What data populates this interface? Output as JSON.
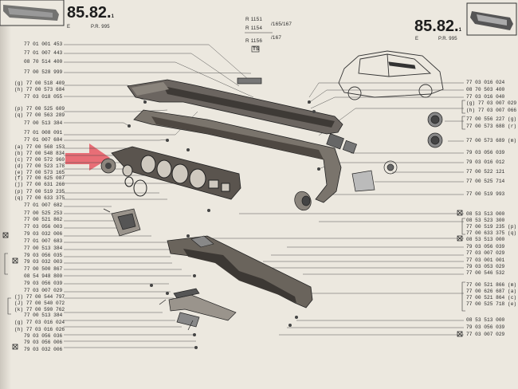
{
  "header": {
    "ref_left": {
      "number": "85.",
      "suffix": "82.",
      "index": "1",
      "letter": "E",
      "pr": "P.R. 995"
    },
    "ref_right": {
      "number": "85.",
      "suffix": "82.",
      "index": "1",
      "letter": "E",
      "pr": "P.R. 995"
    },
    "models": [
      {
        "code": "R 1151",
        "variants": ""
      },
      {
        "code": "R 1154",
        "variants": "/165/167"
      },
      {
        "code": "R 1156",
        "variants": "/167"
      }
    ],
    "model_tag": "TS"
  },
  "left_parts": [
    {
      "id": "l01",
      "text": "77 01 001 453"
    },
    {
      "id": "l02",
      "text": "77 01 007 443"
    },
    {
      "id": "l03",
      "text": "08 70 514 400"
    },
    {
      "id": "l04",
      "text": "77 00 528 999"
    },
    {
      "id": "l05",
      "text": "(g) 77 00 518 409"
    },
    {
      "id": "l06",
      "text": "(h) 77 00 573 684"
    },
    {
      "id": "l07",
      "text": "77 03 018 055"
    },
    {
      "id": "l08",
      "text": "(p) 77 00 525 609"
    },
    {
      "id": "l09",
      "text": "(q) 77 00 563 289"
    },
    {
      "id": "l10",
      "text": "77 00 513 384"
    },
    {
      "id": "l11",
      "text": "77 01 008 091"
    },
    {
      "id": "l12",
      "text": "77 01 007 684"
    },
    {
      "id": "l13",
      "text": "(a) 77 00 568 153"
    },
    {
      "id": "l14",
      "text": "(b) 77 00 548 834"
    },
    {
      "id": "l15",
      "text": "(c) 77 00 572 960"
    },
    {
      "id": "l16",
      "text": "(d) 77 00 523 178"
    },
    {
      "id": "l17",
      "text": "(e) 77 00 573 165"
    },
    {
      "id": "l18",
      "text": "(f) 77 00 625 087"
    },
    {
      "id": "l19",
      "text": "(j) 77 00 631 266"
    },
    {
      "id": "l20",
      "text": "(p) 77 00 519 235"
    },
    {
      "id": "l21",
      "text": "(q) 77 00 633 375"
    },
    {
      "id": "l22",
      "text": "77 01 007 682"
    },
    {
      "id": "l23",
      "text": "77 00 525 253"
    },
    {
      "id": "l24",
      "text": "77 00 521 862"
    },
    {
      "id": "l25",
      "text": "77 03 056 003"
    },
    {
      "id": "l26",
      "text": "79 03 032 006"
    },
    {
      "id": "l27",
      "text": "77 01 007 683"
    },
    {
      "id": "l28",
      "text": "77 00 513 384"
    },
    {
      "id": "l29",
      "text": "79 03 056 035"
    },
    {
      "id": "l30",
      "text": "79 03 032 003"
    },
    {
      "id": "l31",
      "text": "77 00 500 867"
    },
    {
      "id": "l32",
      "text": "08 54 948 800"
    },
    {
      "id": "l33",
      "text": "79 03 056 039"
    },
    {
      "id": "l34",
      "text": "77 03 007 029"
    },
    {
      "id": "l35",
      "text": "(j) 77 00 544 797"
    },
    {
      "id": "l36",
      "text": "(J) 77 00 540 072"
    },
    {
      "id": "l37",
      "text": "(k) 77 00 590 762"
    },
    {
      "id": "l38",
      "text": "77 00 513 384"
    },
    {
      "id": "l39",
      "text": "(g) 77 03 016 024"
    },
    {
      "id": "l40",
      "text": "(h) 77 03 016 026"
    },
    {
      "id": "l41",
      "text": "79 03 056 036"
    },
    {
      "id": "l42",
      "text": "79 03 056 006"
    },
    {
      "id": "l43",
      "text": "79 03 032 006"
    }
  ],
  "right_parts": [
    {
      "id": "r01",
      "text": "77 03 016 024"
    },
    {
      "id": "r02",
      "text": "08 70 503 400"
    },
    {
      "id": "r03",
      "text": "77 03 016 040"
    },
    {
      "id": "r04",
      "text": "(g) 77 03 007 029"
    },
    {
      "id": "r05",
      "text": "(h) 77 03 007 066"
    },
    {
      "id": "r06",
      "text": "77 00 556 227 (g)"
    },
    {
      "id": "r07",
      "text": "77 00 573 688 (r)"
    },
    {
      "id": "r08",
      "text": "77 00 573 689 (m)"
    },
    {
      "id": "r09",
      "text": "79 03 056 039"
    },
    {
      "id": "r10",
      "text": "79 03 016 012"
    },
    {
      "id": "r11",
      "text": "77 00 522 121"
    },
    {
      "id": "r12",
      "text": "77 00 525 714"
    },
    {
      "id": "r13",
      "text": "77 00 519 993"
    },
    {
      "id": "r14",
      "text": "08 53 513 000"
    },
    {
      "id": "r15",
      "text": "08 53 523 300"
    },
    {
      "id": "r16",
      "text": "77 00 519 235 (p)"
    },
    {
      "id": "r17",
      "text": "77 00 633 375 (q)"
    },
    {
      "id": "r18",
      "text": "08 53 513 000"
    },
    {
      "id": "r19",
      "text": "79 03 056 039"
    },
    {
      "id": "r20",
      "text": "77 03 007 029"
    },
    {
      "id": "r21",
      "text": "77 03 001 001"
    },
    {
      "id": "r22",
      "text": "79 03 053 029"
    },
    {
      "id": "r23",
      "text": "77 00 546 532"
    },
    {
      "id": "r24",
      "text": "77 00 521 866 (m)"
    },
    {
      "id": "r25",
      "text": "77 00 626 687 (a)"
    },
    {
      "id": "r26",
      "text": "77 00 521 864 (c)"
    },
    {
      "id": "r27",
      "text": "77 00 525 718 (e)"
    },
    {
      "id": "r28",
      "text": "08 53 513 000"
    },
    {
      "id": "r29",
      "text": "79 03 056 039"
    },
    {
      "id": "r30",
      "text": "77 03 007 029"
    }
  ],
  "colors": {
    "paper": "#ece8df",
    "ink": "#2b2b2b",
    "arrow": "#e8606a",
    "background": "#2a2622"
  },
  "icons": [
    "red-arrow-icon",
    "car-icon",
    "dashboard-thumbnail-icon",
    "bracket-icon",
    "cross-box-icon"
  ]
}
